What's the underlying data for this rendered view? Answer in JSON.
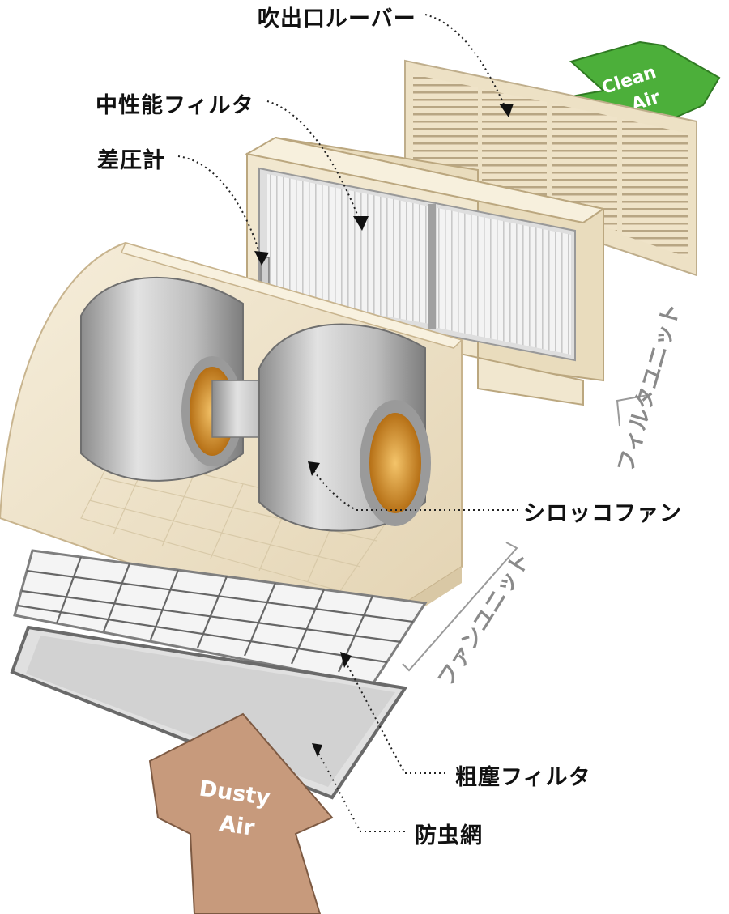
{
  "labels": {
    "outlet_louver": "吹出口ルーバー",
    "medium_filter": "中性能フィルタ",
    "differential_gauge": "差圧計",
    "sirocco_fan": "シロッコファン",
    "coarse_filter": "粗塵フィルタ",
    "insect_net": "防虫網"
  },
  "units": {
    "filter_unit": "フィルタユニット",
    "fan_unit": "ファンユニット"
  },
  "arrows": {
    "clean_line1": "Clean",
    "clean_line2": "Air",
    "dusty_line1": "Dusty",
    "dusty_line2": "Air"
  },
  "colors": {
    "clean_arrow": "#4caf3a",
    "dusty_arrow": "#c79a7c",
    "housing": "#efe4cc",
    "fan_metal": "#b9b9b9",
    "fan_inlet": "#e7a637"
  }
}
